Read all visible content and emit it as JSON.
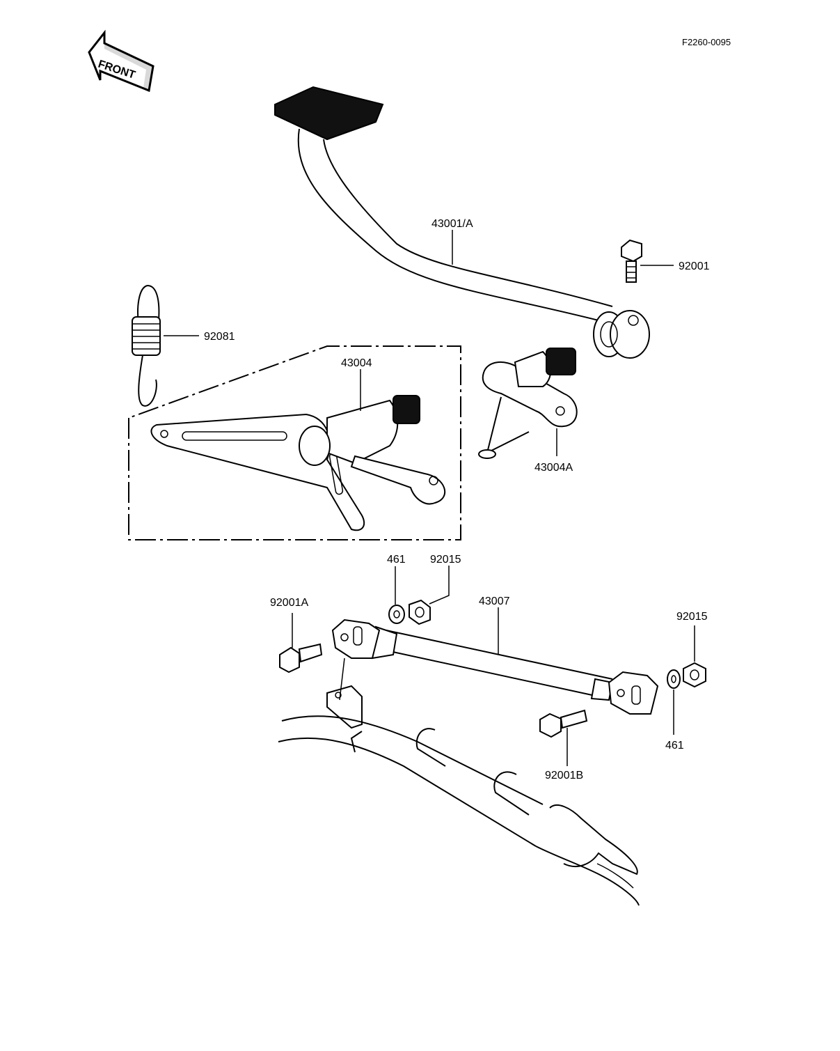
{
  "diagram_code": "F2260-0095",
  "front_arrow_label": "FRONT",
  "labels": {
    "pedal": "43001/A",
    "bolt_top": "92001",
    "spring": "92081",
    "shaft": "43004",
    "shaft_alt": "43004A",
    "washer_left": "461",
    "nut_left": "92015",
    "rod": "43007",
    "bolt_left": "92001A",
    "nut_right": "92015",
    "washer_right": "461",
    "bolt_right": "92001B"
  }
}
